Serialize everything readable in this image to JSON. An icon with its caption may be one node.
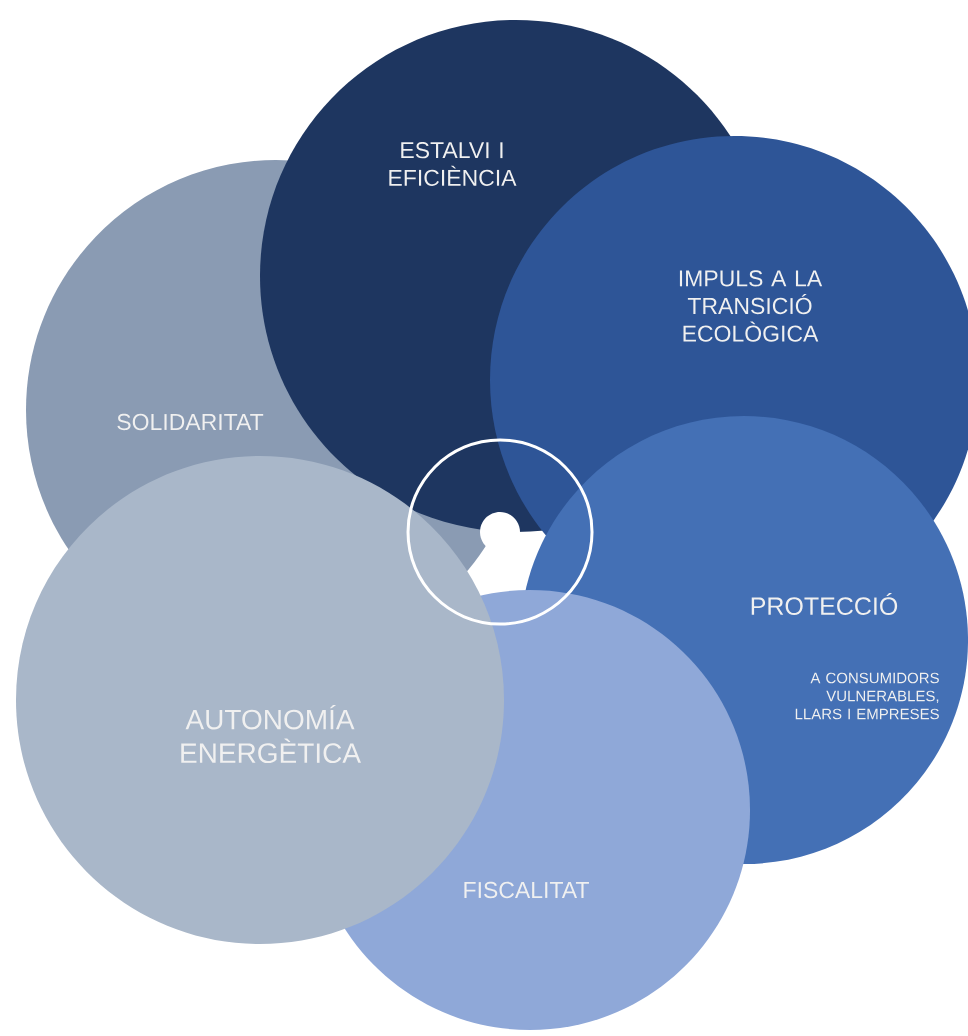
{
  "diagram": {
    "nodes": [
      {
        "text": [
          "ESTALVI I EFICIÈNCIA"
        ]
      },
      {
        "text": [
          "IMPULS A LA TRANSICIÓ ECOLÒGICA"
        ]
      },
      {
        "text": [
          "SOLIDARITAT"
        ]
      },
      {
        "text": [
          "PROTECCIÓ",
          "A CONSUMIDORS VULNERABLES, LLARS I EMPRESES"
        ]
      },
      {
        "text": [
          "AUTONOMÍA ENERGÈTICA"
        ]
      },
      {
        "text": [
          "FISCALITAT"
        ]
      }
    ]
  }
}
